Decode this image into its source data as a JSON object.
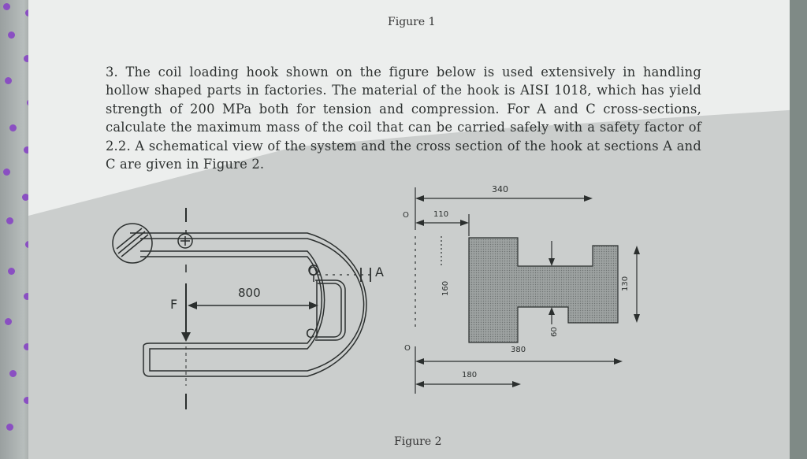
{
  "header": {
    "figure_label": "Figure 1"
  },
  "problem": {
    "text": "3. The coil loading hook shown on the figure below is used extensively in handling hollow shaped parts in factories. The material of the hook is AISI 1018, which has yield strength of 200 MPa both for tension and compression. For A and C cross-sections, calculate the maximum mass of the coil that can be carried safely with a safety factor of 2.2. A schematical view of the system and the cross section of the hook at sections A and C are given in Figure 2."
  },
  "hook_drawing": {
    "dim_800": "800",
    "label_F": "F",
    "label_O": "O",
    "label_C": "C",
    "label_A": "A"
  },
  "cross_section": {
    "dim_340": "340",
    "dim_110": "110",
    "dim_160": "160",
    "dim_130": "130",
    "dim_60": "60",
    "dim_380": "380",
    "dim_180": "180",
    "label_O_top": "O",
    "label_O_bottom": "O"
  },
  "footer": {
    "figure_label": "Figure 2"
  }
}
